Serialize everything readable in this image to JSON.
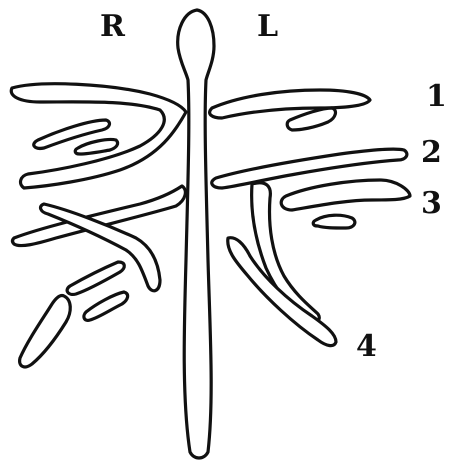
{
  "labels": {
    "right_side": "R",
    "left_side": "L",
    "markers": [
      "1",
      "2",
      "3",
      "4"
    ]
  }
}
